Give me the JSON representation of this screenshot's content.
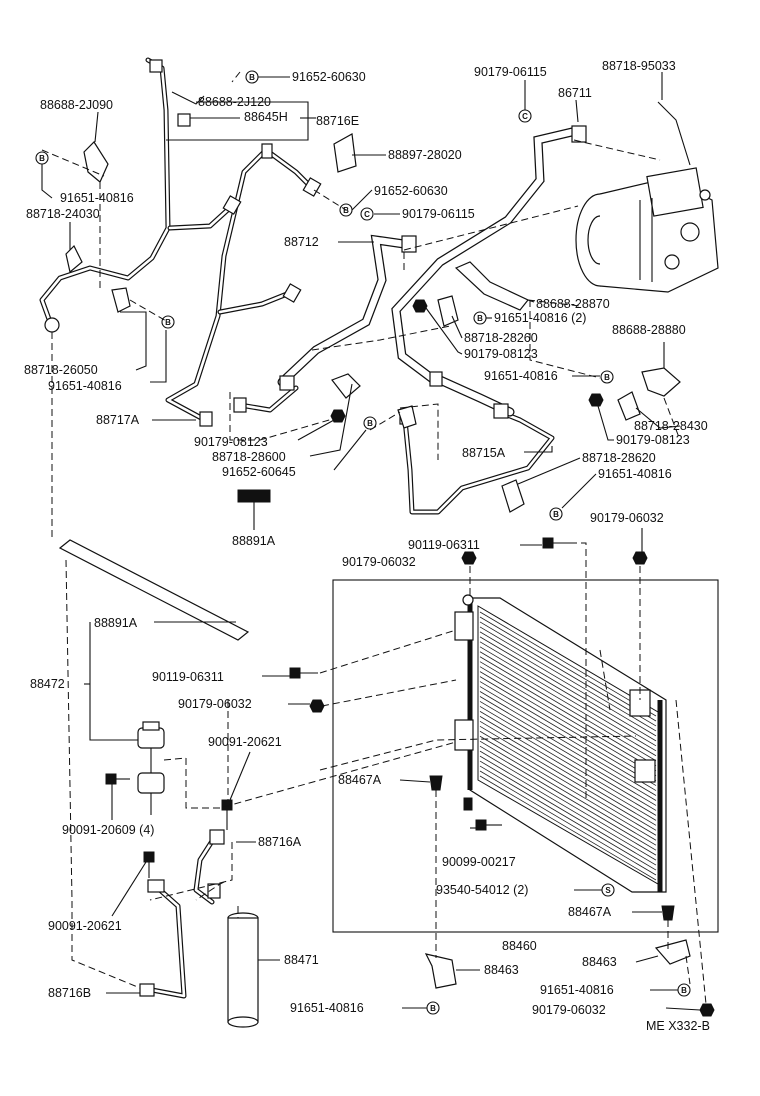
{
  "labels": {
    "l1": "91652-60630",
    "l2": "90179-06115",
    "l3": "88718-95033",
    "l4": "88688-2J090",
    "l5": "88688-2J120",
    "l6": "86711",
    "l7": "88645H",
    "l8": "88716E",
    "l9": "88897-28020",
    "l10": "91651-40816",
    "l11": "88718-24030",
    "l12": "91652-60630",
    "l13": "90179-06115",
    "l14": "88712",
    "l15": "88688-28870",
    "l16": "91651-40816 (2)",
    "l17": "88718-28260",
    "l18": "90179-08123",
    "l19": "88688-28880",
    "l20": "88718-26050",
    "l21": "91651-40816",
    "l22": "91651-40816",
    "l23": "88717A",
    "l24": "88718-28430",
    "l25": "90179-08123",
    "l26": "90179-08123",
    "l27": "88718-28600",
    "l28": "88715A",
    "l29": "91652-60645",
    "l30": "88718-28620",
    "l31": "91651-40816",
    "l32": "88891A",
    "l33": "90179-06032",
    "l34": "90119-06311",
    "l35": "90179-06032",
    "l36": "88891A",
    "l37": "88472",
    "l38": "90119-06311",
    "l39": "90179-06032",
    "l40": "90091-20621",
    "l41": "88467A",
    "l42": "90091-20609 (4)",
    "l43": "88716A",
    "l44": "90099-00217",
    "l45": "93540-54012 (2)",
    "l46": "90091-20621",
    "l47": "88467A",
    "l48": "88460",
    "l49": "88471",
    "l50": "88463",
    "l51": "88463",
    "l52": "88716B",
    "l53": "91651-40816",
    "l54": "91651-40816",
    "l55": "90179-06032",
    "l56": "ME  X332-B"
  },
  "symbols": {
    "bolt_symbol": "B",
    "nut_symbol": "C",
    "seal_symbol": "S"
  }
}
